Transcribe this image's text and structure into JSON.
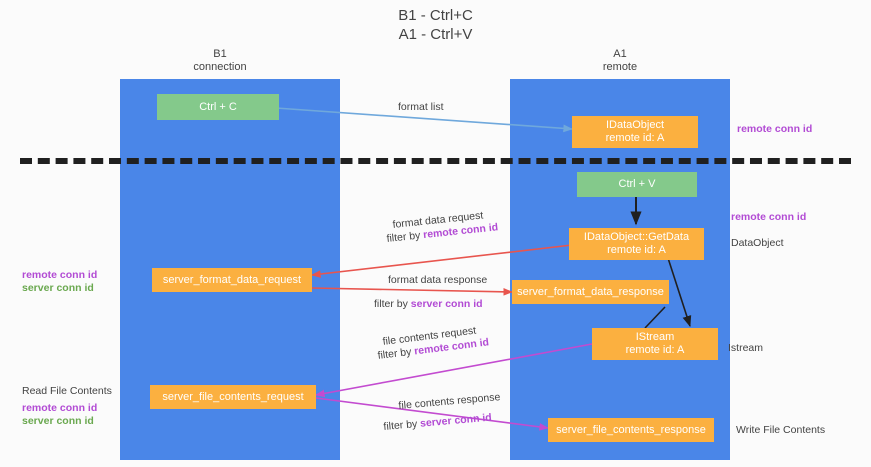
{
  "title": {
    "line1": "B1 - Ctrl+C",
    "line2": "A1 - Ctrl+V"
  },
  "lanes": [
    {
      "id": "b1",
      "name": "B1",
      "role": "connection"
    },
    {
      "id": "a1",
      "name": "A1",
      "role": "remote"
    }
  ],
  "boxes": {
    "ctrl_c": {
      "label": "Ctrl + C"
    },
    "ctrl_v": {
      "label": "Ctrl + V"
    },
    "idataobject": {
      "label": "IDataObject",
      "sub": "remote id: A"
    },
    "getdata": {
      "label": "IDataObject::GetData",
      "sub": "remote id: A"
    },
    "istream": {
      "label": "IStream",
      "sub": "remote id: A"
    },
    "server_format_data_request": {
      "label": "server_format_data_request"
    },
    "server_format_data_response": {
      "label": "server_format_data_response"
    },
    "server_file_contents_request": {
      "label": "server_file_contents_request"
    },
    "server_file_contents_response": {
      "label": "server_file_contents_response"
    }
  },
  "arrow_labels": {
    "format_list": "format list",
    "format_data_request": "format data request",
    "format_data_request_filter_prefix": "filter by ",
    "format_data_request_filter_key": "remote conn id",
    "format_data_response": "format data response",
    "format_data_response_filter_prefix": "filter by ",
    "format_data_response_filter_key": "server conn id",
    "file_contents_request": "file contents request",
    "file_contents_request_filter_prefix": "filter by ",
    "file_contents_request_filter_key": "remote conn id",
    "file_contents_response": "file contents response",
    "file_contents_response_filter_prefix": "filter by ",
    "file_contents_response_filter_key": "server conn id"
  },
  "notes": {
    "right_top_remote_conn_id": "remote conn id",
    "right_mid_remote_conn_id": "remote conn id",
    "right_dataobject": "DataObject",
    "right_istream": "Istream",
    "right_write_file_contents": "Write File Contents",
    "left_remote_conn_id": "remote conn id",
    "left_server_conn_id": "server conn id",
    "left_read_file_contents": "Read File Contents",
    "left_bottom_remote_conn_id": "remote conn id",
    "left_bottom_server_conn_id": "server conn id"
  },
  "colors": {
    "lane": "#4a86e8",
    "green_box": "#84c98b",
    "orange_box": "#fbb040",
    "purple": "#b24bd4",
    "green_text": "#6aa84f",
    "red_arrow": "#e8554e",
    "magenta_arrow": "#c34bd0",
    "blue_arrow": "#6fa8dc",
    "dark_arrow": "#202020",
    "divider": "#202020"
  }
}
